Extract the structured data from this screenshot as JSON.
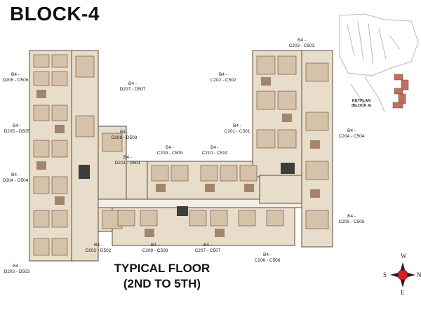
{
  "title": "BLOCK-4",
  "floor_title": {
    "line1": "TYPICAL FLOOR",
    "line2": "(2ND TO 5TH)"
  },
  "keyplan": {
    "line1": "KEYPLAN",
    "line2": "(BLOCK 4)",
    "highlight_color": "#c0705a"
  },
  "compass": {
    "n": "N",
    "s": "S",
    "e": "E",
    "w": "W",
    "color": "#d42020"
  },
  "units": [
    {
      "line1": "B4 -",
      "line2": "D206 - D506"
    },
    {
      "line1": "B4 -",
      "line2": "D207 - D507"
    },
    {
      "line1": "B4 -",
      "line2": "D205 - D505"
    },
    {
      "line1": "B4 -",
      "line2": "D208 - D508"
    },
    {
      "line1": "B4 -",
      "line2": "D201 - D501"
    },
    {
      "line1": "B4 -",
      "line2": "D204 - D504"
    },
    {
      "line1": "B4 -",
      "line2": "D202 - D502"
    },
    {
      "line1": "B4 -",
      "line2": "D203 - D503"
    },
    {
      "line1": "B4 -",
      "line2": "C208 - C508"
    },
    {
      "line1": "B4 -",
      "line2": "C209 - C509"
    },
    {
      "line1": "B4 -",
      "line2": "C210 - C510"
    },
    {
      "line1": "B4 -",
      "line2": "C207 - C507"
    },
    {
      "line1": "B4 -",
      "line2": "C206 - C506"
    },
    {
      "line1": "B4 -",
      "line2": "C205 - C505"
    },
    {
      "line1": "B4 -",
      "line2": "C204 - C504"
    },
    {
      "line1": "B4 -",
      "line2": "C201 - C501"
    },
    {
      "line1": "B4 -",
      "line2": "C202 - C502"
    },
    {
      "line1": "B4 -",
      "line2": "C203 - C503"
    }
  ],
  "colors": {
    "wall": "#5a4a3c",
    "floor": "#e8dccb",
    "room": "#d6c2a8",
    "wood": "#8a6a4c",
    "dark": "#3c3c3c",
    "corridor": "#f4ede2"
  }
}
